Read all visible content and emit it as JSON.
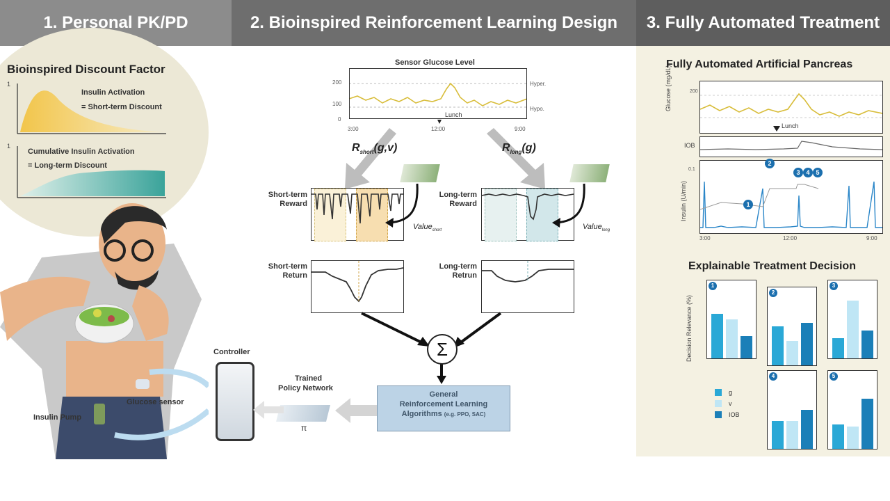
{
  "headers": {
    "h1": "1. Personal PK/PD",
    "h2": "2. Bioinspired Reinforcement Learning Design",
    "h3": "3. Fully Automated Treatment"
  },
  "panel1": {
    "title": "Bioinspired Discount Factor",
    "curve1_title": "Insulin Activation",
    "curve1_sub": "= Short-term Discount",
    "curve2_title": "Cumulative Insulin Activation",
    "curve2_sub": "= Long-term Discount",
    "y1": "1",
    "y2": "1",
    "controller": "Controller",
    "glucose_sensor": "Glucose sensor",
    "insulin_pump": "Insulin Pump"
  },
  "panel2": {
    "sensor_title": "Sensor Glucose Level",
    "y_ticks": [
      "200",
      "100",
      "0"
    ],
    "hyper": "Hyper.",
    "hypo": "Hypo.",
    "lunch": "Lunch",
    "x_ticks": [
      "3:00",
      "12:00",
      "9:00"
    ],
    "r_short": "R",
    "r_short_sub": "short",
    "r_short_args": "(g,v)",
    "r_long": "R",
    "r_long_sub": "long",
    "r_long_args": "(g)",
    "short_reward": "Short-term Reward",
    "long_reward": "Long-term Reward",
    "value_short": "Value",
    "value_short_sub": "short",
    "value_long": "Value",
    "value_long_sub": "long",
    "short_return": "Short-term Return",
    "long_return": "Long-term Retrun",
    "sigma": "Σ",
    "algo_line1": "General",
    "algo_line2": "Reinforcement Learning",
    "algo_line3": "Algorithms",
    "algo_line3_small": "(e.g. PPO, SAC)",
    "trained": "Trained",
    "policy": "Policy Network",
    "pi": "π"
  },
  "panel3": {
    "title": "Fully Automated Artificial Pancreas",
    "glucose_axis": "Glucose (mg/dL)",
    "iob_axis": "IOB",
    "insulin_axis": "Insulin (U/min)",
    "lunch": "Lunch",
    "x_ticks": [
      "3:00",
      "12:00",
      "9:00"
    ],
    "y_top_glucose": "200",
    "y_top_insulin": "0.1",
    "markers": [
      "1",
      "2",
      "3",
      "4",
      "5"
    ],
    "explain_title": "Explainable Treatment Decision",
    "relevance_axis": "Decision Relevance (%)",
    "legend": [
      "g",
      "v",
      "IOB"
    ],
    "colors": {
      "g": "#2aa8d6",
      "v": "#bfe6f5",
      "IOB": "#1b7fb8"
    },
    "decision_charts": [
      {
        "id": "1",
        "values": [
          40,
          35,
          20
        ]
      },
      {
        "id": "2",
        "values": [
          35,
          22,
          38
        ]
      },
      {
        "id": "3",
        "values": [
          18,
          52,
          25
        ]
      },
      {
        "id": "4",
        "values": [
          25,
          25,
          35
        ]
      },
      {
        "id": "5",
        "values": [
          22,
          20,
          45
        ]
      }
    ]
  }
}
